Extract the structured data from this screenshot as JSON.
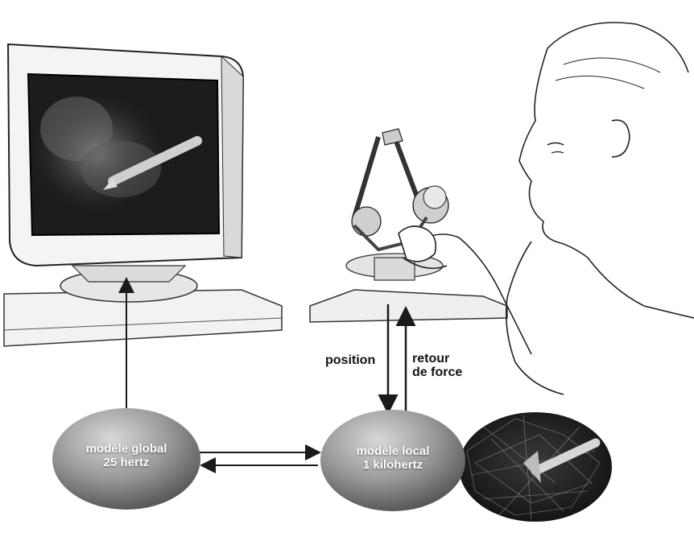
{
  "labels": {
    "position": "position",
    "force_feedback_line1": "retour",
    "force_feedback_line2": "de force"
  },
  "models": {
    "global": {
      "line1": "modèle global",
      "line2": "25 hertz"
    },
    "local": {
      "line1": "modèle local",
      "line2": "1 kilohertz"
    }
  },
  "colors": {
    "ellipse_light": "#c8c8c8",
    "ellipse_dark": "#6a6a6a",
    "line": "#1a1a1a",
    "screen": "#1c1c1c"
  }
}
